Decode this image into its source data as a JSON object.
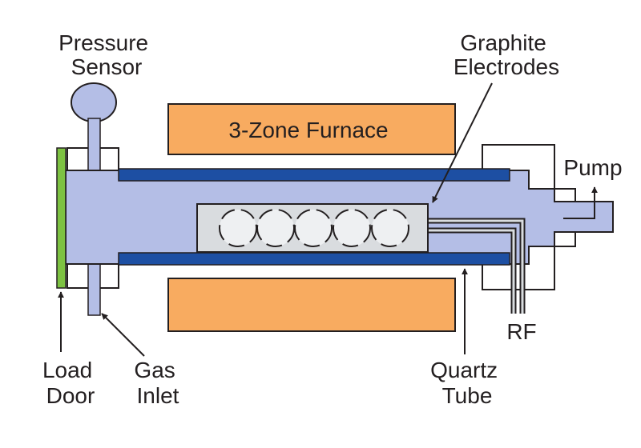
{
  "labels": {
    "pressure_sensor": [
      "Pressure",
      "Sensor"
    ],
    "graphite_electrodes": [
      "Graphite",
      "Electrodes"
    ],
    "furnace": "3-Zone Furnace",
    "pump": "Pump",
    "rf": "RF",
    "load_door": [
      "Load",
      "Door"
    ],
    "gas_inlet": [
      "Gas",
      "Inlet"
    ],
    "quartz_tube": [
      "Quartz",
      "Tube"
    ]
  },
  "colors": {
    "tube_fill": "#b4bee6",
    "quartz_wall": "#1d4fa3",
    "furnace": "#f8ab60",
    "load_door": "#7dc242",
    "boat": "#d9dcdf",
    "line": "#231f20"
  }
}
